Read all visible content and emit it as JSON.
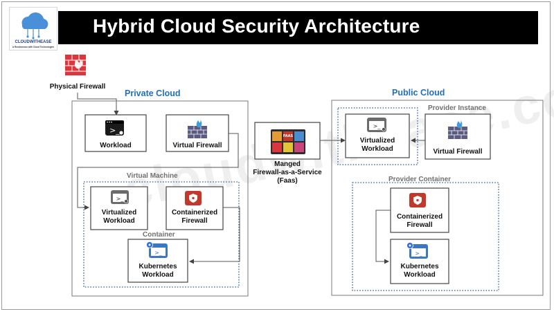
{
  "header": {
    "title": "Hybrid Cloud Security Architecture",
    "logo_name": "CLOUDWITHEASE",
    "logo_tagline": "A Rendezvous with Cloud Technologies"
  },
  "watermark": "cloudwithease.com",
  "physical_firewall": {
    "label": "Physical Firewall"
  },
  "private_cloud": {
    "title": "Private Cloud",
    "workload": "Workload",
    "virtual_firewall": "Virtual  Firewall",
    "virtual_machine": {
      "title": "Virtual  Machine",
      "virtualized_workload": [
        "Virtualized",
        "Workload"
      ],
      "containerized_firewall": [
        "Containerized",
        "Firewall"
      ],
      "container": {
        "title": "Container",
        "kubernetes_workload": [
          "Kubernetes",
          "Workload"
        ]
      }
    }
  },
  "faas": {
    "label": [
      "Manged",
      "Firewall-as-a-Service",
      "(Faas)"
    ],
    "icon_text": "FAAS"
  },
  "public_cloud": {
    "title": "Public Cloud",
    "virtualized_workload": [
      "Virtualized",
      "Workload"
    ],
    "provider_instance": {
      "title": "Provider  Instance",
      "virtual_firewall": "Virtual  Firewall"
    },
    "provider_container": {
      "title": "Provider Container",
      "containerized_firewall": [
        "Containerized",
        "Firewall"
      ],
      "kubernetes_workload": [
        "Kubernetes",
        "Workload"
      ]
    }
  },
  "colors": {
    "title_bar": "#000000",
    "cloud_title": "#1f6fbd",
    "dotted_border": "#2f5f8f",
    "firewall_red": "#c0392b",
    "kubernetes_blue": "#3b78c2"
  }
}
